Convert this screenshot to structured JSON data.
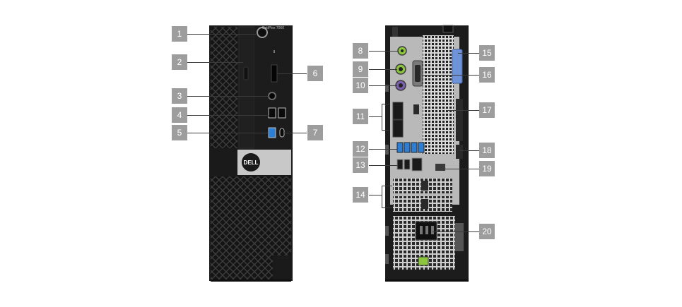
{
  "front": {
    "model_label": "OptiPlex 7060",
    "logo_text": "DELL"
  },
  "callouts": [
    "1",
    "2",
    "3",
    "4",
    "5",
    "6",
    "7",
    "8",
    "9",
    "10",
    "11",
    "12",
    "13",
    "14",
    "15",
    "16",
    "17",
    "18",
    "19",
    "20"
  ],
  "colors": {
    "chassis": "#1a1a1a",
    "mesh": "#2e2e2e",
    "callout_bg": "#9d9d9d",
    "usb3_blue": "#2d7fd6",
    "audio_green": "#8cc63f",
    "ps2_purple": "#7b5fb0",
    "lever_blue": "#6f93d9",
    "badge_silver": "#c8c8c8"
  }
}
